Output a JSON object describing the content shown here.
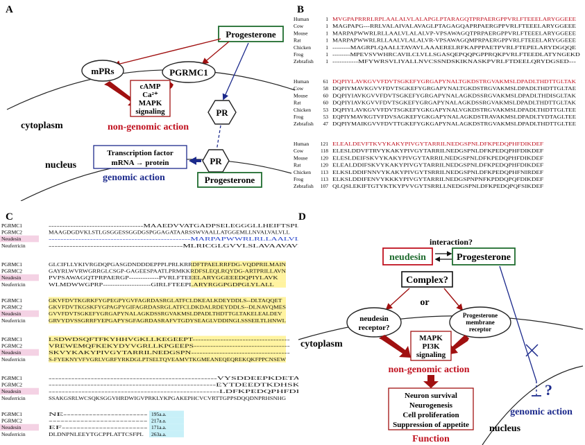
{
  "colors": {
    "red": "#C0111F",
    "dark_red": "#A01010",
    "green": "#1E6B2E",
    "blue": "#1C2A8C",
    "yellow_highlight": "#FFF3A0",
    "pink_highlight": "#F4D2E4",
    "cyan_highlight": "#C8F0F8",
    "seq_blue": "#1E3CC8"
  },
  "panel_a": {
    "letter": "A",
    "progesterone": "Progesterone",
    "mprs": "mPRs",
    "pgrmc1": "PGRMC1",
    "camp": "cAMP",
    "ca": "Ca²⁺",
    "mapk": "MAPK",
    "signaling": "signaling",
    "cytoplasm": "cytoplasm",
    "non_genomic": "non-genomic action",
    "pr_top": "PR",
    "pr_bottom": "PR",
    "transcription": "Transcription factor",
    "mrna": "mRNA → protein",
    "nucleus": "nucleus",
    "genomic": "genomic action",
    "progesterone_bottom": "Progesterone"
  },
  "panel_b": {
    "letter": "B",
    "blocks": [
      {
        "species": [
          "Human",
          "Cow",
          "Mouse",
          "Rat",
          "Chicken",
          "Frog",
          "Zebrafish"
        ],
        "starts": [
          "1",
          "1",
          "1",
          "1",
          "1",
          "1",
          "1"
        ],
        "seqs": [
          "MVGPAPRRRLRPLAALALVLALAPGLPTARAGQTPRPAERGPPVRLFTEEELARYGGEEE",
          "MAGPAPG---RRLVALAIVALAVAGLPTAGAGQAPRPAERGPPVRLFTEEELARYGGEEE",
          "MARPAPWWRLRLLAALVLALALVP-VPSAWAGQTPRPAERGPPVRLFTEEELARYGGEEE",
          "MARPAPWWRLRLLAALVLALALVR-VPSAWAGQMPRPAERGPPVRLFTEEELARYGGEEE",
          "--------MAGRPLQAALLTAVAVLAAAERELRFKAPPPAETPVRLFTEPELARYDGQQE",
          "--------MPEVSVWHRCAVILCLVLLSGASQEPQQPGPPRQKPVRLFTEEDLATYNGEKD",
          "-----------MFYWRSVLIYALLNVCSSNDSKIKNASKPVRLFTDEELQRYDGSED---"
        ]
      },
      {
        "species": [
          "Human",
          "Cow",
          "Mouse",
          "Rat",
          "Chicken",
          "Frog",
          "Zebrafish"
        ],
        "starts": [
          "61",
          "58",
          "60",
          "60",
          "53",
          "53",
          "47"
        ],
        "seqs": [
          "DQPIYLAVKGVVFDVTSGKEFYGRGAPYNALTGKDSTRGVAKMSLDPADLTHDTTGLTAK",
          "DQPIYMAVKGVVFDVTSGKEFYGRGAPYNALTGKDSTRGVAKMSLDPADLTHDTTGLTAE",
          "DQPIYIAVKGVVFDVTSGKEFYGRGAPYNALAGKDSSRGVAKMSLDPADLTHDISGLTAK",
          "DQPIYIAVKGVVFDVTSGKEFYGRGAPYNALAGKDSSRGVAKMSLDPADLTHDTTGLTAK",
          "DQPIYLAVKGVVFDVTSGKEFYGKGAPYNALVGKDSTRGVAKMSLDPADLTHDTTGLTEE",
          "EQPIYMAVKGTVFDVSAGKEFYGKGAPYNALAGKDSTRAVAKMSLDPADLTYDTAGLTEE",
          "DQPIYMAIKGVVFDVTTGKEFYGKGAPYNALAGKDSTRGVAKMSLDPADLTHDTTGLTEE"
        ]
      },
      {
        "species": [
          "Human",
          "Cow",
          "Mouse",
          "Rat",
          "Chicken",
          "Frog",
          "Zebrafish"
        ],
        "starts": [
          "121",
          "118",
          "120",
          "120",
          "113",
          "113",
          "107"
        ],
        "seqs": [
          "ELEALDEVFTKVYKAKYPIVGYTARRILNEDGSPNLDFKPEDQPHFDIKDEF",
          "ELESLDDVFTRVYKAKYPIVGYTARRILNEDGSPNLDFKPEDQPHFDIKDEF",
          "ELESLDEIFSKVYKAKYPIVGYTARRILNEDGSPNLDFKPEDQPHFDIKDEF",
          "ELEALDDIFSKVYKAKYPIVGYTARRILNEDGSPNLDFKPEDQPHFDIKDEF",
          "ELKSLDDIFNNVYKAKYPIVGYTSRRILNEDGSPNLDFKPEDQPHFNIRDEF",
          "ELKSLDDIFENVYKKKYPIVGYTARRILNEDGSPNPNFKPDDQPQFDIKDEF",
          "QLQSLEKIFTGTYKTKYPVVGYTSRRLLNEDGSPNLDFKPEDQPQFSIKDEF"
        ]
      }
    ]
  },
  "panel_c": {
    "letter": "C",
    "blocks": [
      {
        "names": [
          "PGRMC1",
          "PGRMC2",
          "Neudesin",
          "Neuferricin"
        ],
        "seqs": [
          "-----------------------------------MAAEDVVATGADPSELEGGGLLHEIFTSPLNLLLL",
          "MAAGDGDVKLSTLGSGGESSGGDGSPGGAGATAARSSWVAALLATGGEMLLNVALVALVLL",
          "------------------------------------------------MARPAPWWRLRLLAALVLALALV",
          "---------------------------------------------MLRICGLGVVLSLAVAAVAVMAV"
        ]
      },
      {
        "names": [
          "PGRMC1",
          "PGRMC2",
          "Neudesin",
          "Neuferricin"
        ],
        "seqs": [
          "GLCIFLLYKIVRGDQPGASGDNDDDEPPPLPRLKRRDFTPAELRRFDG-VQDPRILMAIN",
          "GAYRLWVRWGRRGLCSGP-GAGEESPAATLPRMKKRDFSLEQLRQYDG-ARTPRILLAVN",
          "PVPSAWAGQTPRPAERGP-------------PVRLFTEEELARYGGEEEDQPIYLAVK",
          "WLMDWWGPRP--------------------GIRLFTEEPLARYRGGPGDPGLYLALL"
        ]
      },
      {
        "names": [
          "PGRMC1",
          "PGRMC2",
          "Neudesin",
          "Neuferricin"
        ],
        "seqs": [
          "GKVFDVTKGRKFYGPEGPYGVFAGRDASRGLATFCLDKEALKDEYDDLS--DLTAQQET",
          "GKVFDVTKGSKFYGPAGPYGIFAGRDASRGLATFCLDKDALRDEYDDLS--DLNAVQMES",
          "GVVFDVTSGKEFYGRGAPYNALAGKDSSRGVAKMSLDPADLTHDTTGLTAKELEALDEV",
          "GRVYDVSSGRRFYEPGAPYSGFAGRDASRAFVTGDYSEAGLVDDINGLSSSEILTLHNWL"
        ]
      },
      {
        "names": [
          "PGRMC1",
          "PGRMC2",
          "Neudesin",
          "Neuferricin"
        ],
        "seqs": [
          "LSDWDSQFTFKYHHVGKLLKEGEEPT-----------------------------------",
          "VREWEMQFKEKYDYVGRLLKPGEEPS-----------------------------------",
          "SKVYKAKYPIVGYTARRILNEDGSPN-----------------------------------",
          "S-FYEKNYVFVGRLVGRFYRKDGLPTSELTQVEAMVTKGMEANEQEQREKQKFPPCNSEW"
        ]
      },
      {
        "names": [
          "PGRMC1",
          "PGRMC2",
          "Neudesin",
          "Neuferricin"
        ],
        "seqs": [
          "----------------------------------------------------VYSDDEEPKDETARK",
          "----------------------------------------------------EYTDEEDTKDHSKQD",
          "----------------------------------------------------LDFKPEDQPHFDIKD",
          "SSAKGSRLWCSQKSGGVHRDWIGVPRKLYKPGAKEPHCVCVRTTGPPSDQQDNPRHSNHG"
        ]
      }
    ],
    "last_block": {
      "names": [
        "PGRMC1",
        "PGRMC2",
        "Neudesin",
        "Neuferricin"
      ],
      "seqs": [
        "NE-----------------------",
        "-------------------------",
        "EF-----------------------",
        "DLDNPNLEEYTGCPPLATTCSFPL"
      ],
      "lengths": [
        "195a.a.",
        "217a.a.",
        "171a.a.",
        "263a.a."
      ]
    }
  },
  "panel_d": {
    "letter": "D",
    "interaction": "interaction?",
    "neudesin": "neudesin",
    "progesterone": "Progesterone",
    "complex": "Complex?",
    "or": "or",
    "neudesin_receptor_1": "neudesin",
    "neudesin_receptor_2": "receptor?",
    "pmr_1": "Progesterone",
    "pmr_2": "membrane",
    "pmr_3": "receptor",
    "mapk": "MAPK",
    "pi3k": "PI3K",
    "signaling": "signaling",
    "cytoplasm": "cytoplasm",
    "non_genomic": "non-genomic action",
    "func_1": "Neuron survival",
    "func_2": "Neurogenesis",
    "func_3": "Cell proliferation",
    "func_4": "Suppression of appetite",
    "function": "Function",
    "genomic": "genomic action",
    "question": "?",
    "nucleus": "nucleus"
  }
}
